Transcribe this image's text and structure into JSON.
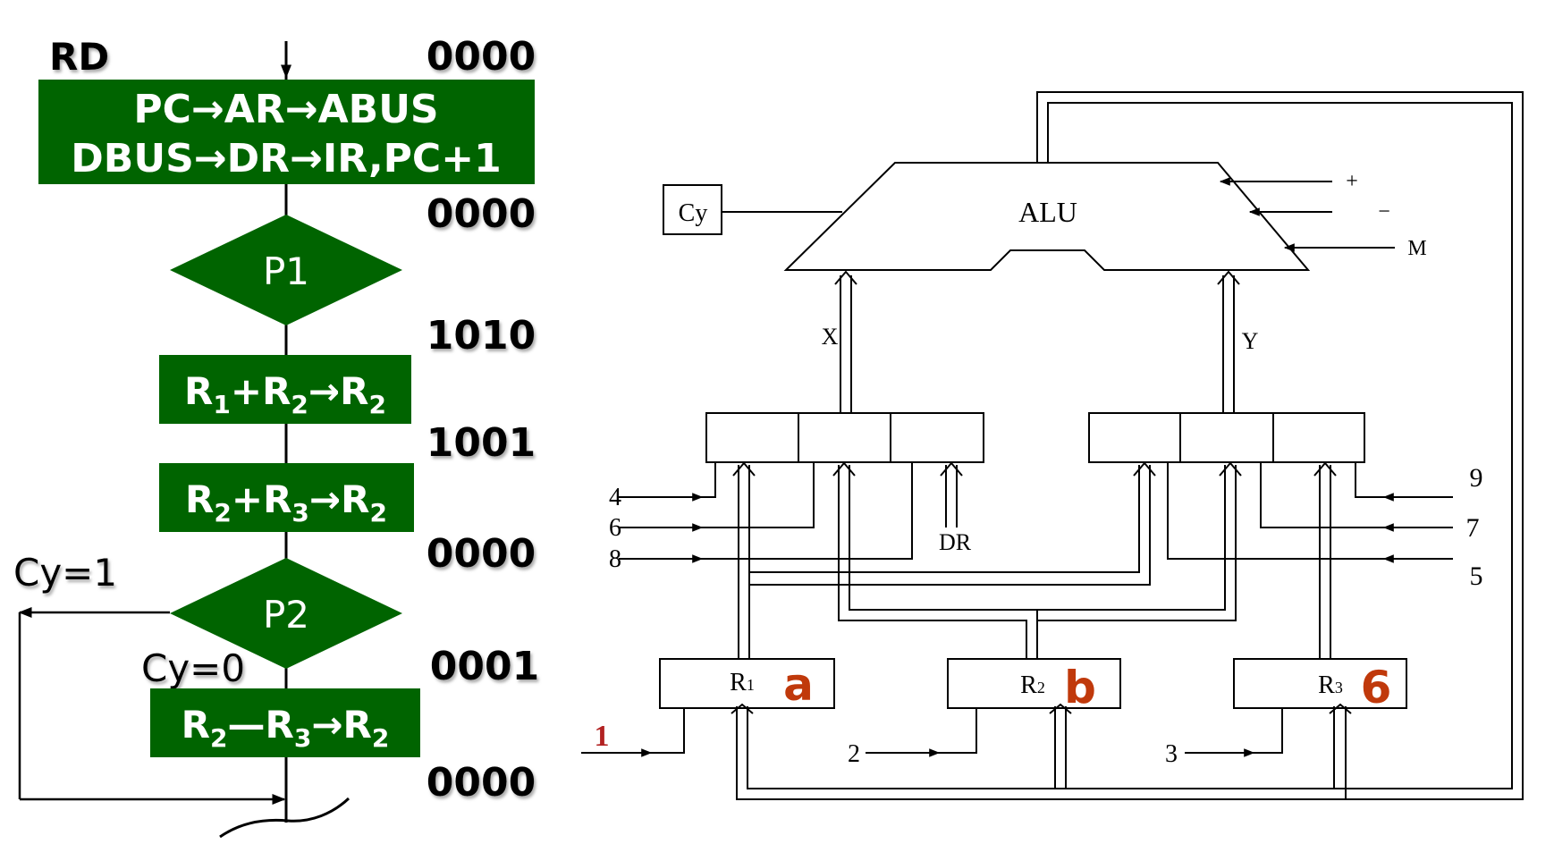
{
  "colors": {
    "box_green": "#006400",
    "label_red": "#c0390b"
  },
  "flowchart": {
    "rd_label": "RD",
    "addresses": [
      "0000",
      "0000",
      "1010",
      "1001",
      "0000",
      "0001",
      "0000"
    ],
    "fetch_box": {
      "line1": "PC→AR→ABUS",
      "line2": "DBUS→DR→IR,PC+1"
    },
    "decision1": "P1",
    "op1": {
      "a": "R",
      "a_sub": "1",
      "op": "+",
      "b": "R",
      "b_sub": "2",
      "arrow": "→",
      "c": "R",
      "c_sub": "2"
    },
    "op2": {
      "a": "R",
      "a_sub": "2",
      "op": "+",
      "b": "R",
      "b_sub": "3",
      "arrow": "→",
      "c": "R",
      "c_sub": "2"
    },
    "decision2": "P2",
    "cy1": "Cy=1",
    "cy0": "Cy=0",
    "op3": {
      "a": "R",
      "a_sub": "2",
      "op": "—",
      "b": "R",
      "b_sub": "3",
      "arrow": "→",
      "c": "R",
      "c_sub": "2"
    }
  },
  "datapath": {
    "alu": "ALU",
    "cy_box": "Cy",
    "alu_controls": [
      "+",
      "−",
      "M"
    ],
    "bus_x": "X",
    "bus_y": "Y",
    "dr": "DR",
    "left_mux_inputs": [
      "4",
      "6",
      "8"
    ],
    "right_mux_inputs": [
      "9",
      "7",
      "5"
    ],
    "register_loads": [
      "1",
      "2",
      "3"
    ],
    "registers": [
      {
        "name": "R",
        "sub": "1",
        "tag": "a"
      },
      {
        "name": "R",
        "sub": "2",
        "tag": "b"
      },
      {
        "name": "R",
        "sub": "3",
        "tag": "6"
      }
    ]
  }
}
